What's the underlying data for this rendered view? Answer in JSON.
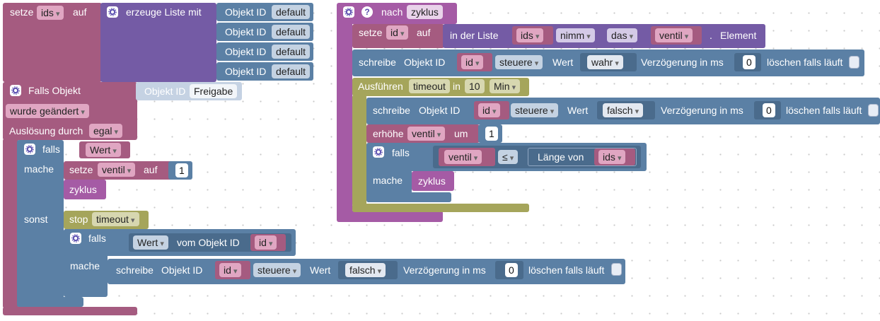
{
  "colors": {
    "variable": "#a55b80",
    "list": "#745ba5",
    "io": "#5b80a5",
    "logic": "#5b80a5",
    "timer": "#a5a55b",
    "procedure": "#a55ba5"
  },
  "left": {
    "set_ids": {
      "setze": "setze",
      "var": "ids",
      "auf": "auf"
    },
    "list": {
      "title": "erzeuge Liste mit",
      "label": "Objekt ID",
      "values": [
        "default",
        "default",
        "default",
        "default"
      ]
    },
    "trigger": {
      "title": "Falls Objekt",
      "label": "Objekt ID",
      "value": "Freigabe",
      "changed": "wurde geändert",
      "ausloesung": "Auslösung durch",
      "egal": "egal"
    },
    "if1": {
      "falls": "falls",
      "cond": "Wert",
      "mache": "mache",
      "set": "setze",
      "var": "ventil",
      "auf": "auf",
      "num": "1",
      "call": "zyklus",
      "sonst": "sonst"
    },
    "stop": {
      "label": "stop",
      "timer": "timeout"
    },
    "if2": {
      "falls": "falls",
      "wert": "Wert",
      "vom": "vom Objekt ID",
      "id": "id",
      "mache": "mache"
    },
    "write": {
      "schreibe": "schreibe",
      "objid": "Objekt ID",
      "id": "id",
      "steuere": "steuere",
      "wert": "Wert",
      "val": "falsch",
      "delay_label": "Verzögerung in ms",
      "delay": "0",
      "clear": "löschen falls läuft"
    }
  },
  "right": {
    "proc": {
      "nach": "nach",
      "name": "zyklus"
    },
    "set_id": {
      "setze": "setze",
      "var": "id",
      "auf": "auf",
      "inlist": "in der Liste",
      "list": "ids",
      "nimm": "nimm",
      "das": "das",
      "idx": "ventil",
      "dot": ".",
      "element": "Element"
    },
    "write1": {
      "schreibe": "schreibe",
      "objid": "Objekt ID",
      "id": "id",
      "steuere": "steuere",
      "wert": "Wert",
      "val": "wahr",
      "delay_label": "Verzögerung in ms",
      "delay": "0",
      "clear": "löschen falls läuft"
    },
    "timeout": {
      "label": "Ausführen",
      "name": "timeout",
      "in": "in",
      "num": "10",
      "unit": "Min"
    },
    "write2": {
      "schreibe": "schreibe",
      "objid": "Objekt ID",
      "id": "id",
      "steuere": "steuere",
      "wert": "Wert",
      "val": "falsch",
      "delay_label": "Verzögerung in ms",
      "delay": "0",
      "clear": "löschen falls läuft"
    },
    "inc": {
      "label": "erhöhe",
      "var": "ventil",
      "um": "um",
      "num": "1"
    },
    "if3": {
      "falls": "falls",
      "var": "ventil",
      "op": "≤",
      "len": "Länge von",
      "list": "ids",
      "mache": "mache",
      "call": "zyklus"
    }
  }
}
